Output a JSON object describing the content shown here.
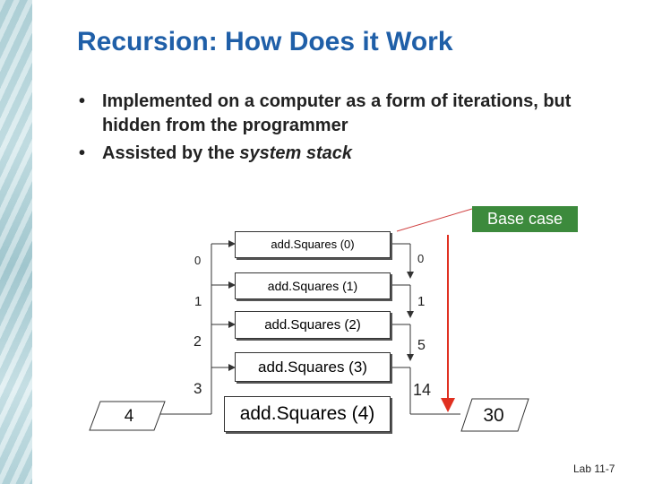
{
  "title": "Recursion: How Does it Work",
  "bullets": {
    "b1": "Implemented on a computer as a form of iterations, but hidden from the programmer",
    "b2_prefix": "Assisted by the ",
    "b2_emph": "system stack",
    "bullet_char": "•"
  },
  "diagram": {
    "base_case_label": "Base case",
    "calls": [
      "add.Squares (0)",
      "add.Squares (1)",
      "add.Squares (2)",
      "add.Squares (3)",
      "add.Squares (4)"
    ],
    "input_values": [
      "0",
      "1",
      "2",
      "3"
    ],
    "return_values": [
      "0",
      "1",
      "5",
      "14"
    ],
    "start_input": "4",
    "final_result": "30"
  },
  "footer": "Lab 11-7",
  "colors": {
    "title": "#1f5fa8",
    "base_case_bg": "#3c8a3c",
    "pointer_line": "#d04040",
    "arrow": "#e03020"
  }
}
